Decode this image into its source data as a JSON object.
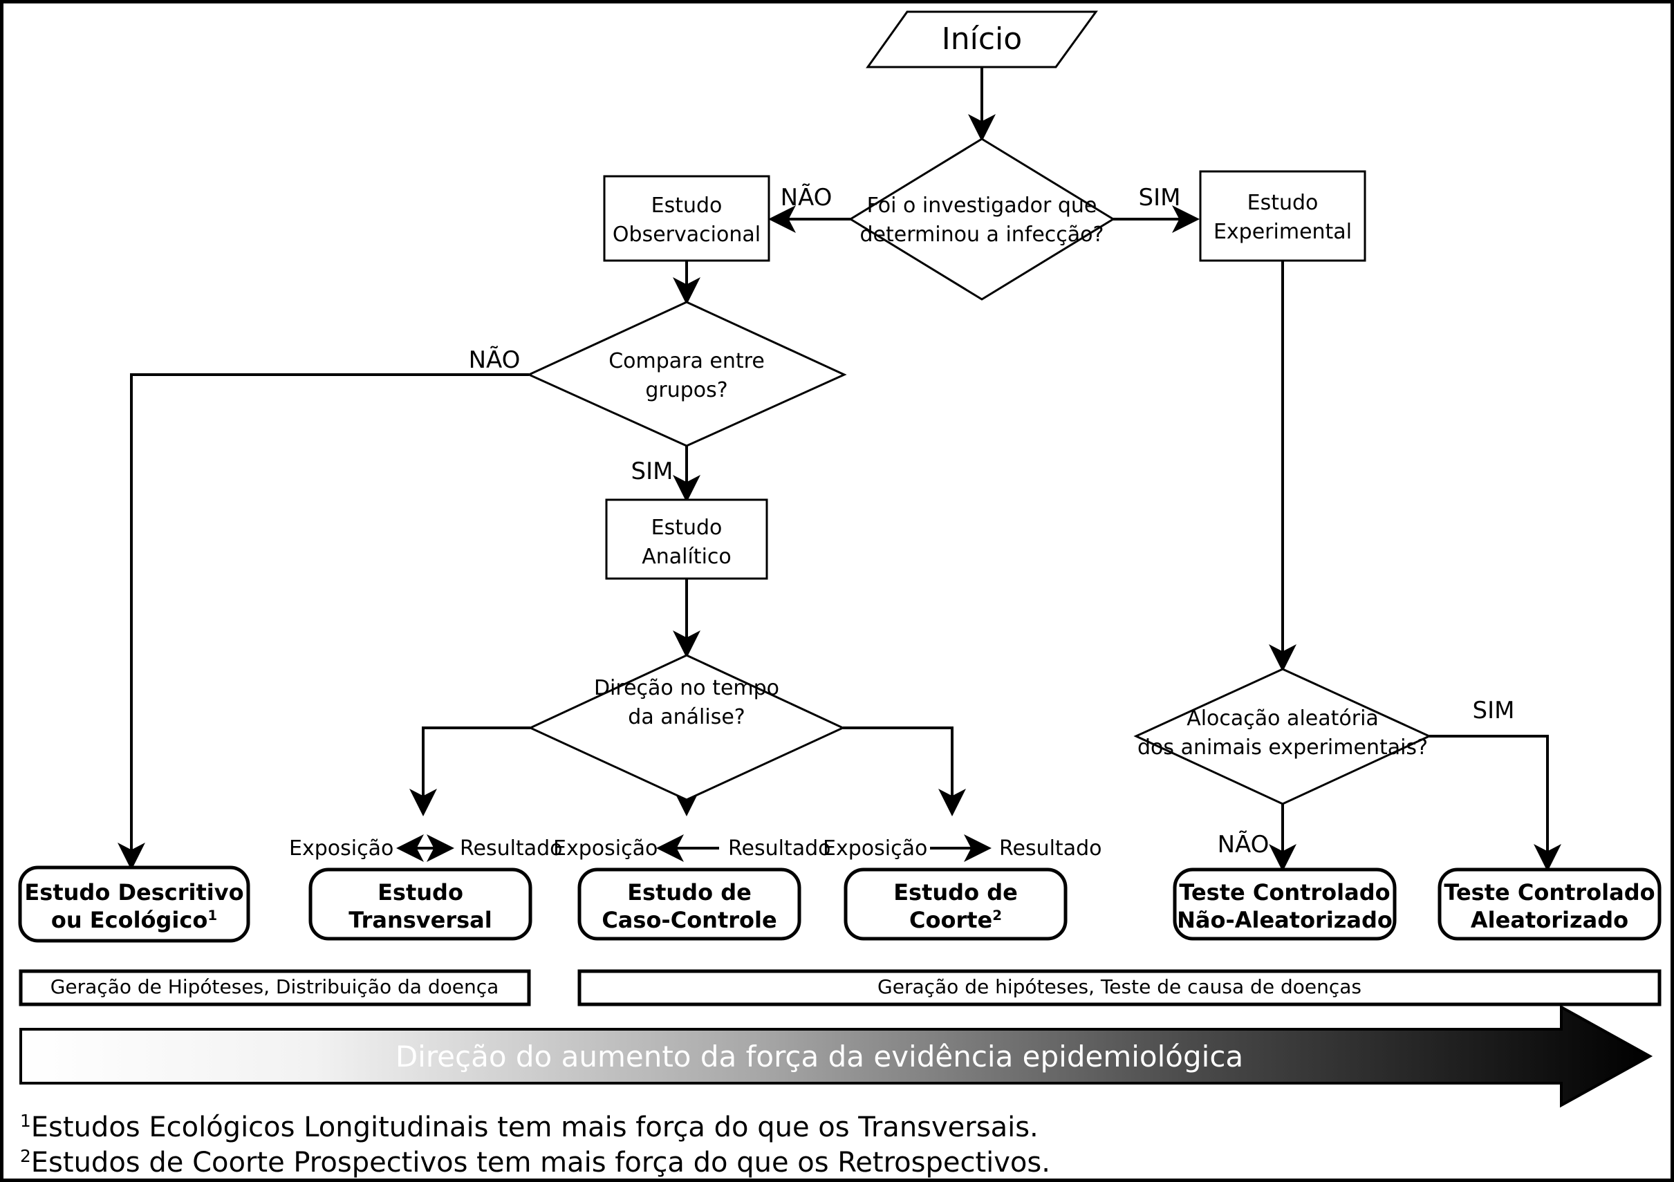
{
  "diagram": {
    "title": "Fluxograma de classificacao de estudos epidemiologicos",
    "start_node": {
      "label": "Início"
    },
    "decisions": [
      {
        "id": "d1",
        "line1": "Foi o investigador que",
        "line2": "determinou a infecção?",
        "yes": "SIM",
        "no": "NÃO"
      },
      {
        "id": "d2",
        "line1": "Compara entre",
        "line2": "grupos?",
        "yes": "SIM",
        "no": "NÃO"
      },
      {
        "id": "d3",
        "line1": "Direção no tempo",
        "line2": "da análise?",
        "yes": "",
        "no": ""
      },
      {
        "id": "d4",
        "line1": "Alocação aleatória",
        "line2": "dos animais experimentais?",
        "yes": "SIM",
        "no": "NÃO"
      }
    ],
    "process_nodes": [
      {
        "id": "p1",
        "line1": "Estudo",
        "line2": "Observacional"
      },
      {
        "id": "p2",
        "line1": "Estudo",
        "line2": "Experimental"
      },
      {
        "id": "p3",
        "line1": "Estudo",
        "line2": "Analítico"
      }
    ],
    "time_relations": [
      {
        "left": "Exposição",
        "arrow": "bidirectional",
        "right": "Resultado"
      },
      {
        "left": "Exposição",
        "arrow": "left",
        "right": "Resultado"
      },
      {
        "left": "Exposição",
        "arrow": "right",
        "right": "Resultado"
      }
    ],
    "outcomes": [
      {
        "id": "o1",
        "line1": "Estudo Descritivo",
        "line2": "ou Ecológico",
        "sup": "1"
      },
      {
        "id": "o2",
        "line1": "Estudo",
        "line2": "Transversal",
        "sup": ""
      },
      {
        "id": "o3",
        "line1": "Estudo de",
        "line2": "Caso-Controle",
        "sup": ""
      },
      {
        "id": "o4",
        "line1": "Estudo de",
        "line2": "Coorte",
        "sup": "2"
      },
      {
        "id": "o5",
        "line1": "Teste Controlado",
        "line2": "Não-Aleatorizado",
        "sup": ""
      },
      {
        "id": "o6",
        "line1": "Teste Controlado",
        "line2": "Aleatorizado",
        "sup": ""
      }
    ],
    "summary_bars": [
      {
        "id": "b1",
        "label": "Geração de Hipóteses, Distribuição da doença"
      },
      {
        "id": "b2",
        "label": "Geração de hipóteses, Teste de causa de doenças"
      }
    ],
    "gradient_arrow": {
      "label": "Direção do aumento da força da evidência epidemiológica"
    },
    "footnotes": [
      {
        "marker": "1",
        "text": "Estudos Ecológicos Longitudinais tem mais força do que os Transversais."
      },
      {
        "marker": "2",
        "text": "Estudos de Coorte Prospectivos tem mais força do que os Retrospectivos."
      }
    ],
    "colors": {
      "stroke": "#000000",
      "fill": "#ffffff",
      "gradient_start": "#ffffff",
      "gradient_end": "#000000"
    }
  }
}
